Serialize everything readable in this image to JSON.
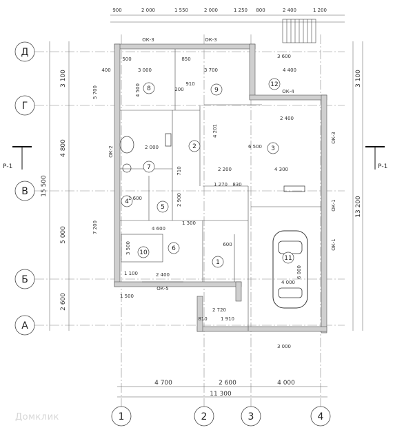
{
  "row_axes": [
    "Д",
    "Г",
    "В",
    "Б",
    "А"
  ],
  "column_axes": [
    "1",
    "2",
    "3",
    "4"
  ],
  "section_marker": "Р-1",
  "top_dimensions": [
    "900",
    "2 000",
    "1 550",
    "2 000",
    "1 250",
    "800",
    "2 400",
    "1 200"
  ],
  "bottom_dimensions": [
    "4 700",
    "2 600",
    "4 000"
  ],
  "bottom_total": "11 300",
  "left_dimensions": [
    "3 100",
    "4 800",
    "5 000",
    "2 600"
  ],
  "left_total": "15 500",
  "right_dimensions": [
    "3 100",
    "13 200"
  ],
  "windows": [
    "ОК-3",
    "ОК-3",
    "ОК-4",
    "ОК-2",
    "ОК-3",
    "ОК-1",
    "ОК-1",
    "ОК-5"
  ],
  "rooms": [
    "1",
    "2",
    "3",
    "4",
    "5",
    "6",
    "7",
    "8",
    "9",
    "10",
    "11",
    "12"
  ],
  "room_dims": [
    "3 000",
    "3 700",
    "3 600",
    "4 400",
    "4 500",
    "6 500",
    "4 600",
    "4 000",
    "2 400",
    "4 300",
    "3 000",
    "2 000",
    "1 300",
    "2 200",
    "6 000",
    "2 400",
    "3 500",
    "4 201",
    "7 200",
    "5 700"
  ],
  "small_dims": [
    "400",
    "500",
    "850",
    "200",
    "910",
    "600",
    "710",
    "1 270",
    "830",
    "1 100",
    "1 500",
    "2 720",
    "1 910",
    "810",
    "2 900",
    "1 600"
  ],
  "watermark": "Домклик"
}
